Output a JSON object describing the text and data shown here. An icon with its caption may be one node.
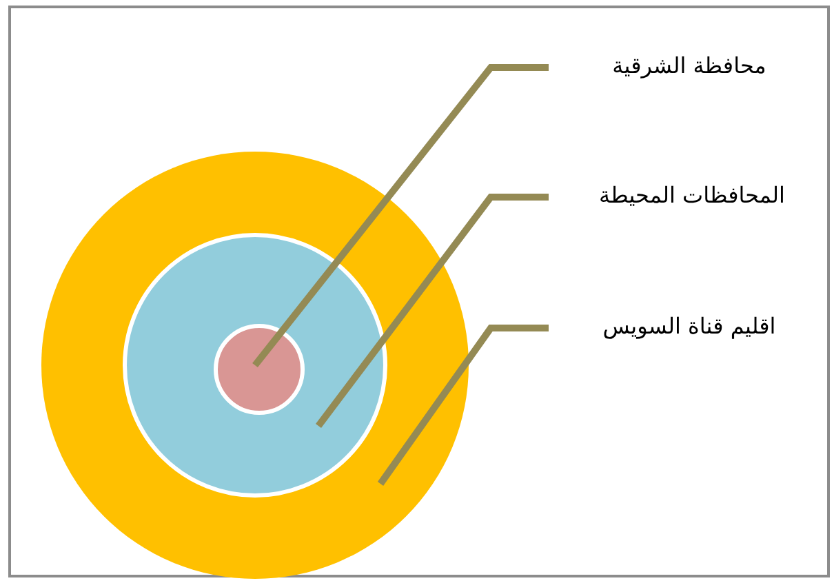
{
  "diagram": {
    "nodes": [
      {
        "text": [],
        "shape": "circle"
      },
      {
        "text": [],
        "shape": "circle",
        "in": 0
      },
      {
        "text": [],
        "shape": "circle",
        "in": 1
      },
      {
        "text": [
          "محافظة الشرقية"
        ]
      },
      {
        "text": [
          "المحافظات المحيطة"
        ]
      },
      {
        "text": [
          "اقليم قناة السويس"
        ]
      }
    ],
    "edges": [
      {
        "from": 3,
        "to": 2,
        "arrow": "none"
      },
      {
        "from": 4,
        "to": 1,
        "arrow": "none"
      },
      {
        "from": 5,
        "to": 0,
        "arrow": "none"
      }
    ]
  }
}
